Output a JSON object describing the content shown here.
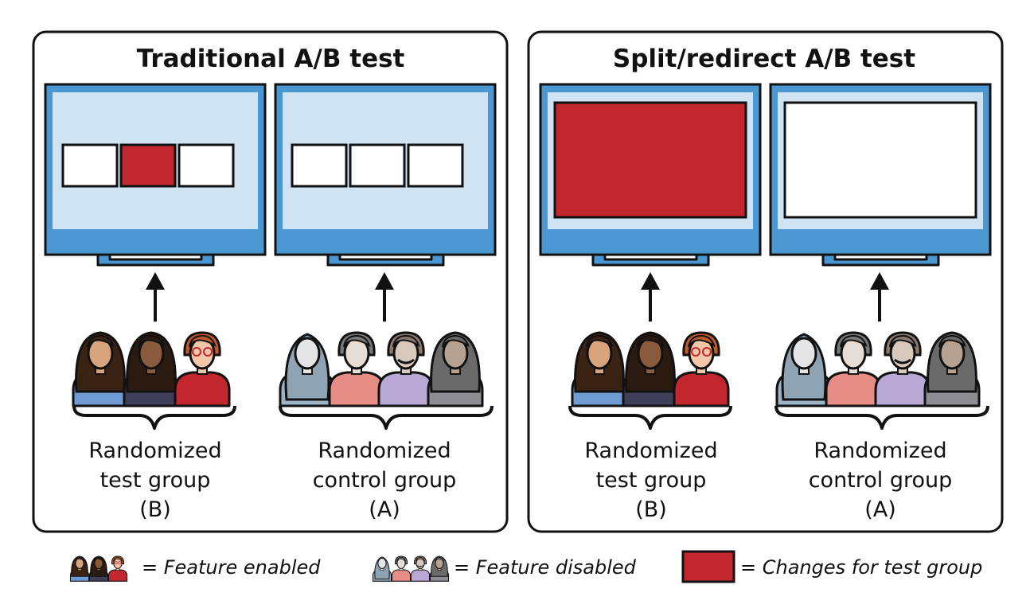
{
  "colors": {
    "screen_fill": "#cfe3f2",
    "screen_frame": "#4a97d2",
    "outline": "#111111",
    "change_red": "#c1272d",
    "block_white": "#ffffff"
  },
  "panels": [
    {
      "title": "Traditional A/B test",
      "monitors": [
        {
          "variant": "test",
          "content": "three-blocks-middle-changed"
        },
        {
          "variant": "control",
          "content": "three-blocks"
        }
      ],
      "groups": [
        {
          "lines": [
            "Randomized",
            "test group",
            "(B)"
          ],
          "enabled": true,
          "people": 3
        },
        {
          "lines": [
            "Randomized",
            "control group",
            "(A)"
          ],
          "enabled": false,
          "people": 4
        }
      ]
    },
    {
      "title": "Split/redirect A/B test",
      "monitors": [
        {
          "variant": "test",
          "content": "full-page-changed"
        },
        {
          "variant": "control",
          "content": "full-page"
        }
      ],
      "groups": [
        {
          "lines": [
            "Randomized",
            "test group",
            "(B)"
          ],
          "enabled": true,
          "people": 3
        },
        {
          "lines": [
            "Randomized",
            "control group",
            "(A)"
          ],
          "enabled": false,
          "people": 4
        }
      ]
    }
  ],
  "legend": {
    "enabled": "= Feature enabled",
    "disabled": "= Feature disabled",
    "changes": "= Changes for test group"
  }
}
